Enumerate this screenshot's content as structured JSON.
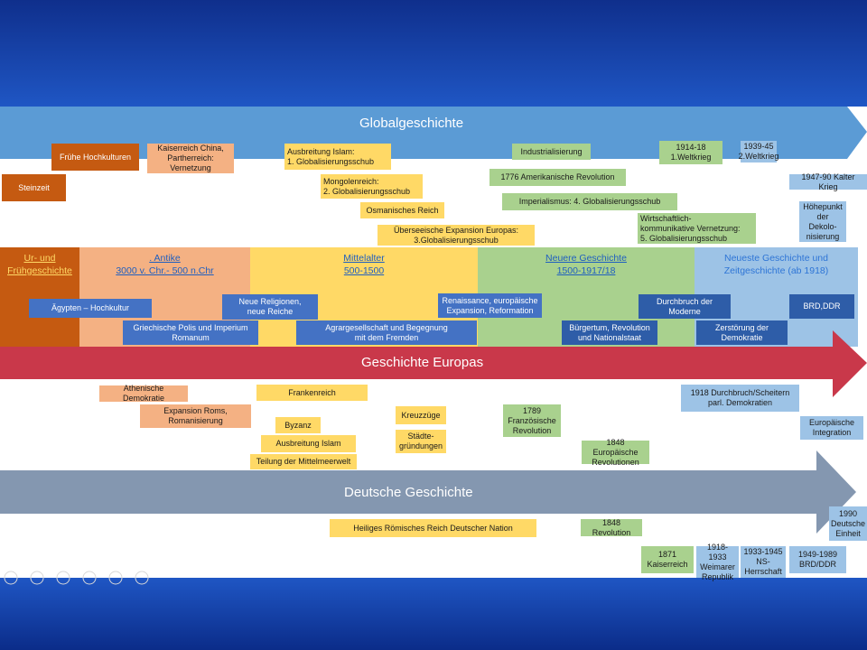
{
  "arrows": {
    "global": "Globalgeschichte",
    "europe": "Geschichte Europas",
    "germany": "Deutsche Geschichte"
  },
  "eras": [
    {
      "label": "Ur- und\nFrühgeschichte"
    },
    {
      "label": ". Antike\n3000 v. Chr.- 500 n.Chr"
    },
    {
      "label": "Mittelalter\n500-1500"
    },
    {
      "label": "Neuere Geschichte\n1500-1917/18"
    },
    {
      "label": "Neueste Geschichte und\nZeitgeschichte (ab 1918)"
    }
  ],
  "global_items": [
    "Steinzeit",
    "Frühe Hochkulturen",
    "Kaiserreich China,\nPartherreich:\nVernetzung",
    "Ausbreitung Islam:\n1. Globalisierungsschub",
    "Mongolenreich:\n2. Globalisierungsschub",
    "Osmanisches Reich",
    "Überseeische Expansion Europas:\n3.Globalisierungsschub",
    "Industrialisierung",
    "1776 Amerikanische Revolution",
    "Imperialismus: 4. Globalisierungsschub",
    "Wirtschaftlich-\nkommunikative Vernetzung:\n5. Globalisierungsschub",
    "1914-18\n1.Weltkrieg",
    "1939-45\n2.Weltkrieg",
    "1947-90 Kalter Krieg",
    "Höhepunkt\nder Dekolo-\nnisierung"
  ],
  "band_items": [
    "Ägypten – Hochkultur",
    "Neue Religionen,\nneue Reiche",
    "Griechische Polis und Imperium\nRomanum",
    "Agrargesellschaft und Begegnung\nmit dem Fremden",
    "Renaissance, europäische\nExpansion, Reformation",
    "Bürgertum, Revolution\nund Nationalstaat",
    "Durchbruch der\nModerne",
    "Zerstörung der\nDemokratie",
    "BRD,DDR"
  ],
  "europe_items": [
    "Athenische Demokratie",
    "Expansion Roms,\nRomanisierung",
    "Frankenreich",
    "Byzanz",
    "Ausbreitung Islam",
    "Teilung der Mittelmeerwelt",
    "Kreuzzüge",
    "Städte-\ngründungen",
    "1789\nFranzösische\nRevolution",
    "1848 Europäische\nRevolutionen",
    "1918 Durchbruch/Scheitern\nparl. Demokratien",
    "Europäische\nIntegration"
  ],
  "german_items": [
    "Heiliges Römisches Reich Deutscher Nation",
    "1848 Revolution",
    "1990\nDeutsche\nEinheit",
    "1871\nKaiserreich",
    "1918-1933\nWeimarer\nRepublik",
    "1933-1945\nNS-\nHerrschaft",
    "1949-1989\nBRD/DDR"
  ],
  "colors": {
    "global_arrow": "#5b9bd5",
    "europe_arrow": "#c9384a",
    "germany_arrow": "#8497b0",
    "background": "#0a2d8f"
  }
}
